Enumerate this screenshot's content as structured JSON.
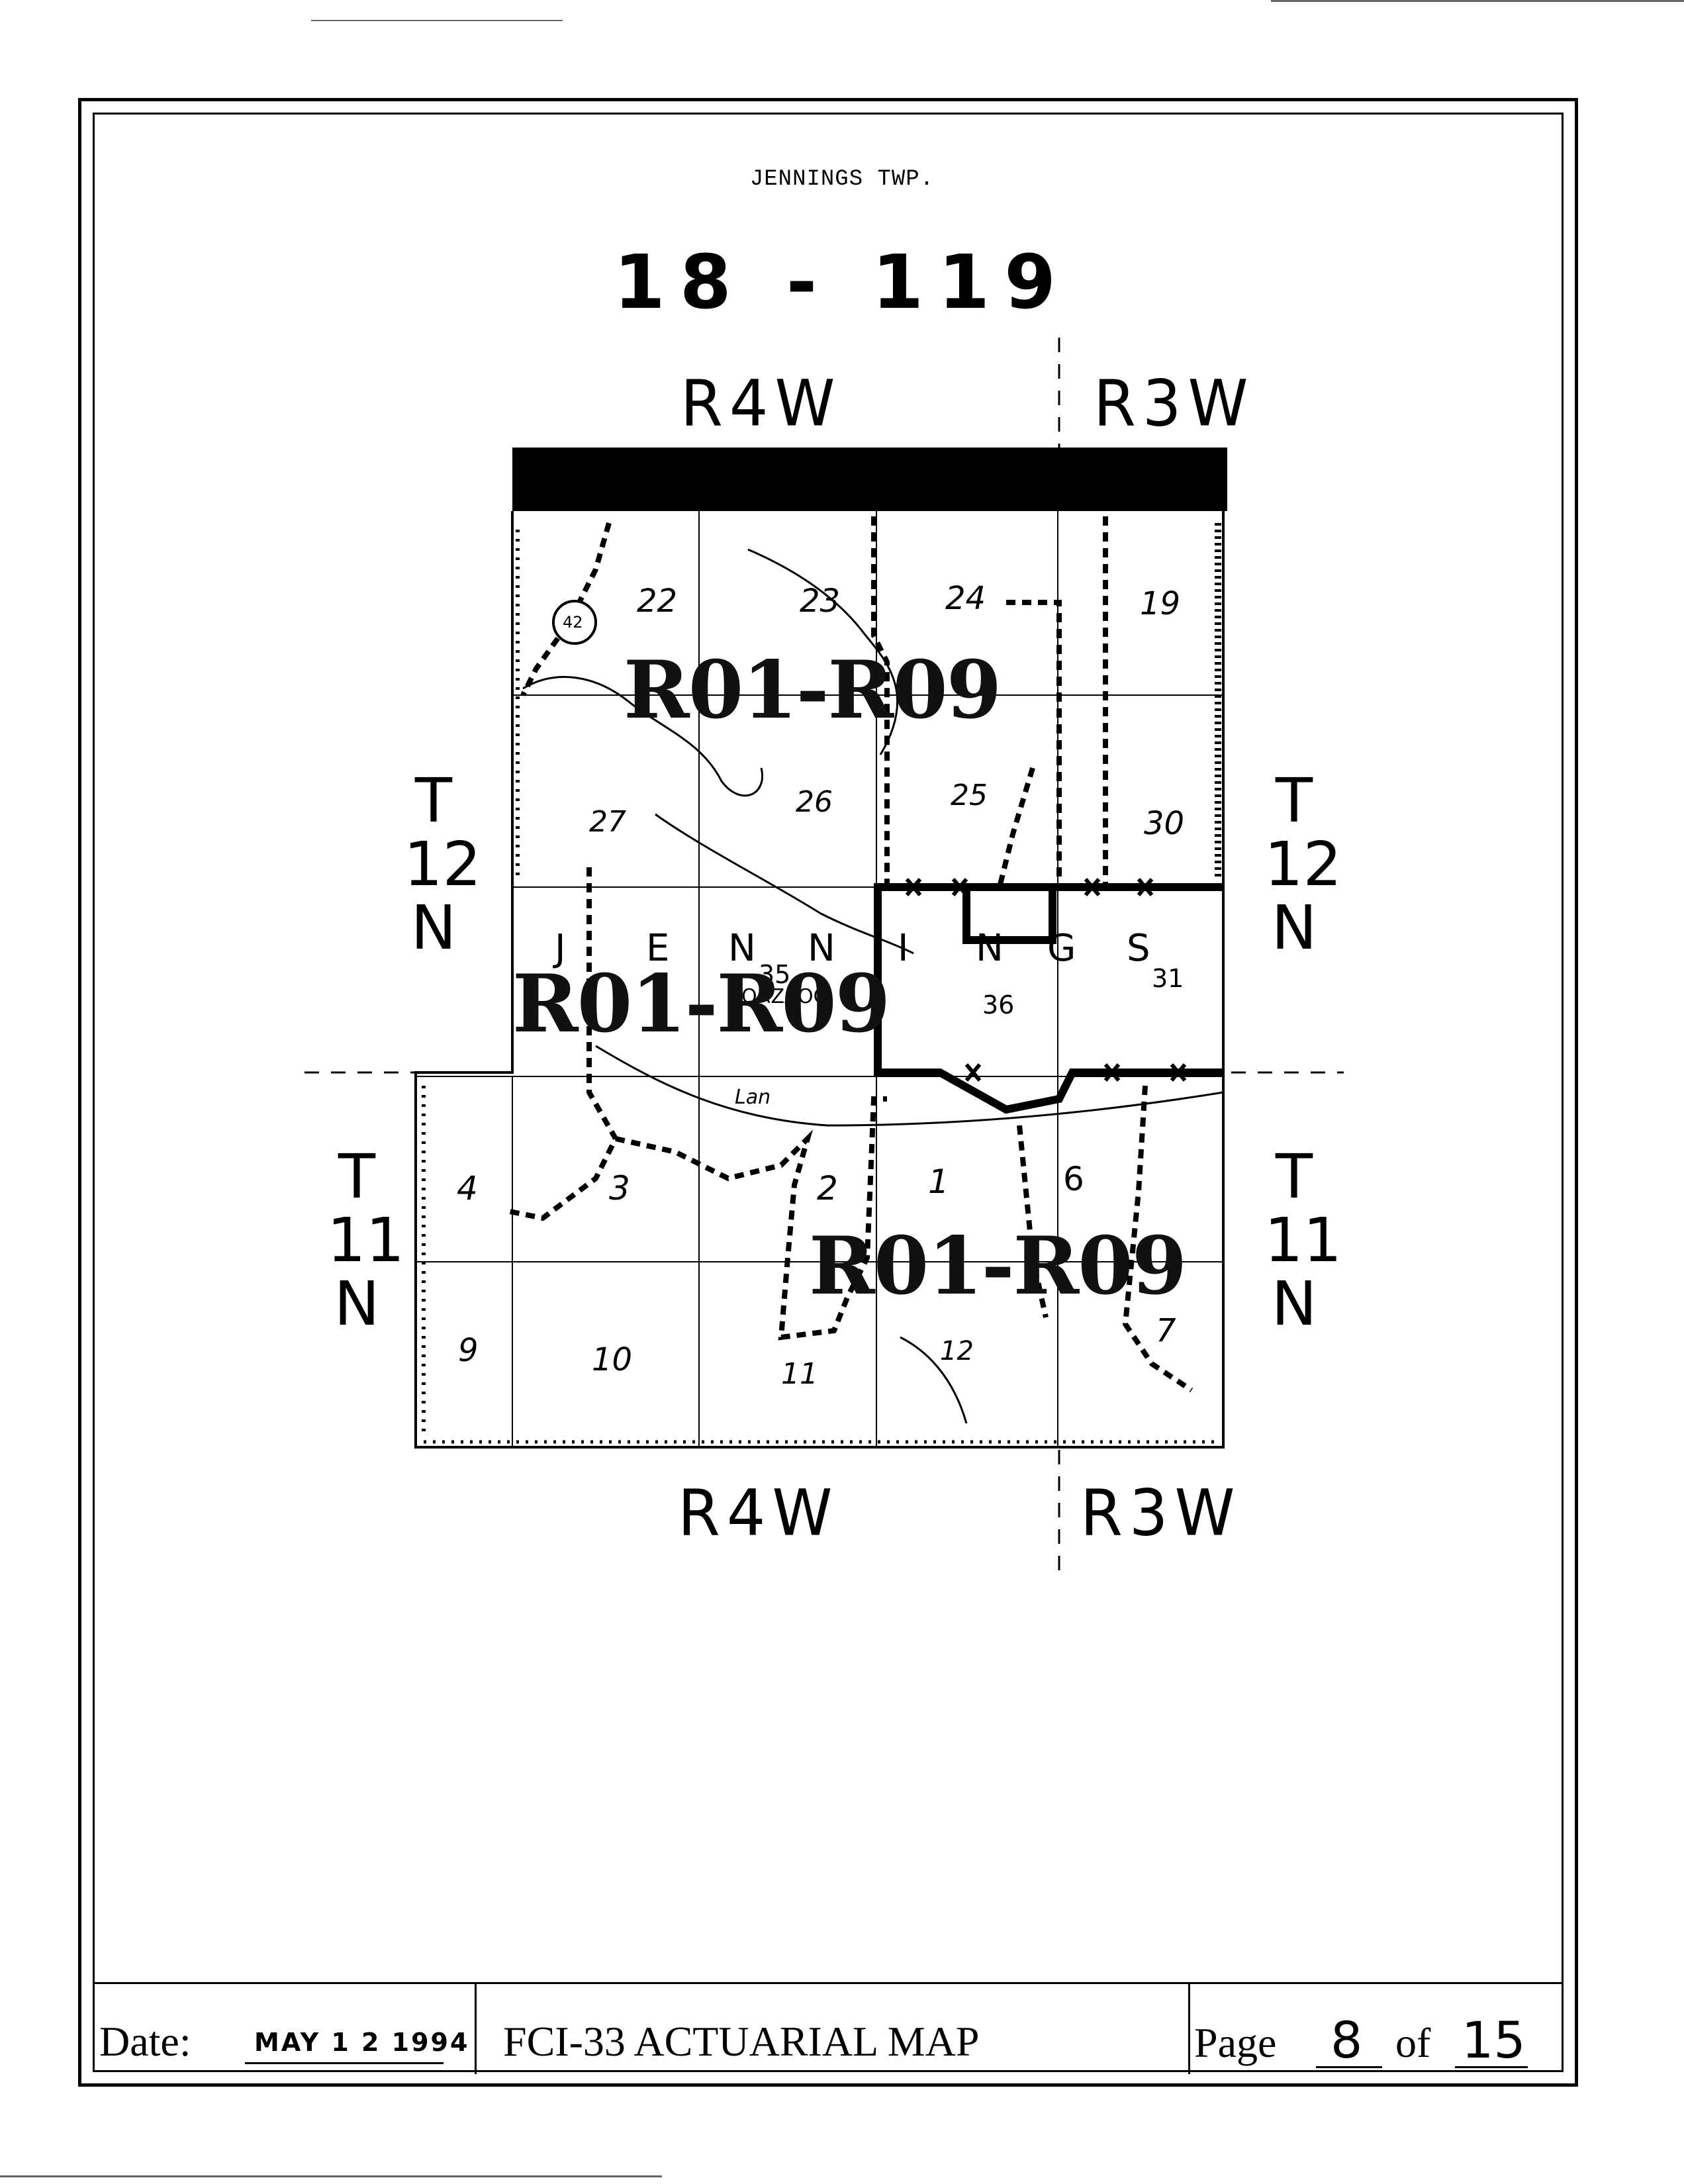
{
  "header": {
    "township": "JENNINGS TWP.",
    "map_number": "18 - 119"
  },
  "ranges": {
    "top_left": "R4W",
    "top_right": "R3W",
    "bottom_left": "R4W",
    "bottom_right": "R3W"
  },
  "townships": {
    "left_upper": [
      "T",
      "12",
      "N"
    ],
    "right_upper": [
      "T",
      "12",
      "N"
    ],
    "left_lower": [
      "T",
      "11",
      "N"
    ],
    "right_lower": [
      "T",
      "11",
      "N"
    ]
  },
  "map": {
    "sections": [
      "22",
      "23",
      "24",
      "19",
      "27",
      "26",
      "25",
      "30",
      "35",
      "36",
      "31",
      "4",
      "3",
      "2",
      "1",
      "6",
      "9",
      "10",
      "11",
      "12",
      "7"
    ],
    "place_letters": [
      "J",
      "E",
      "N",
      "N",
      "I",
      "N",
      "G",
      "S"
    ],
    "road_number": "42",
    "river_label": "Lan",
    "town_label": "ORZAOC",
    "rating_zones": [
      "R01-R09",
      "R01-R09",
      "R01-R09"
    ]
  },
  "footer": {
    "date_label": "Date:",
    "date_value": "MAY 1 2 1994",
    "title": "FCI-33 ACTUARIAL MAP",
    "page_label": "Page",
    "page_number": "8",
    "of_label": "of",
    "page_total": "15"
  }
}
